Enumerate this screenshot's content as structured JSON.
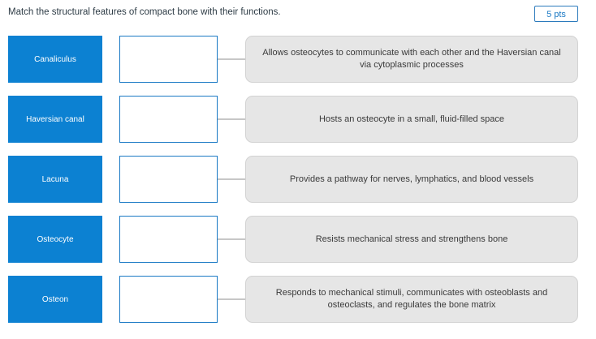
{
  "question": {
    "prompt": "Match the structural features of compact bone with their functions.",
    "points_badge": "5 pts"
  },
  "colors": {
    "term_blue": "#0c81d2",
    "border_blue": "#1a79c4",
    "answer_gray": "#e6e6e6",
    "connector_gray": "#c7c7c7",
    "text_dark": "#2d3b45"
  },
  "rows": [
    {
      "term": "Canaliculus",
      "selected_answer": "",
      "answer": "Allows osteocytes to communicate with each other and the Haversian canal via cytoplasmic processes"
    },
    {
      "term": "Haversian canal",
      "selected_answer": "",
      "answer": "Hosts an osteocyte in a small, fluid-filled space"
    },
    {
      "term": "Lacuna",
      "selected_answer": "",
      "answer": "Provides a pathway for nerves, lymphatics, and blood vessels"
    },
    {
      "term": "Osteocyte",
      "selected_answer": "",
      "answer": "Resists mechanical stress and strengthens bone"
    },
    {
      "term": "Osteon",
      "selected_answer": "",
      "answer": "Responds to mechanical stimuli, communicates with osteoblasts and osteoclasts, and regulates the bone matrix"
    }
  ]
}
